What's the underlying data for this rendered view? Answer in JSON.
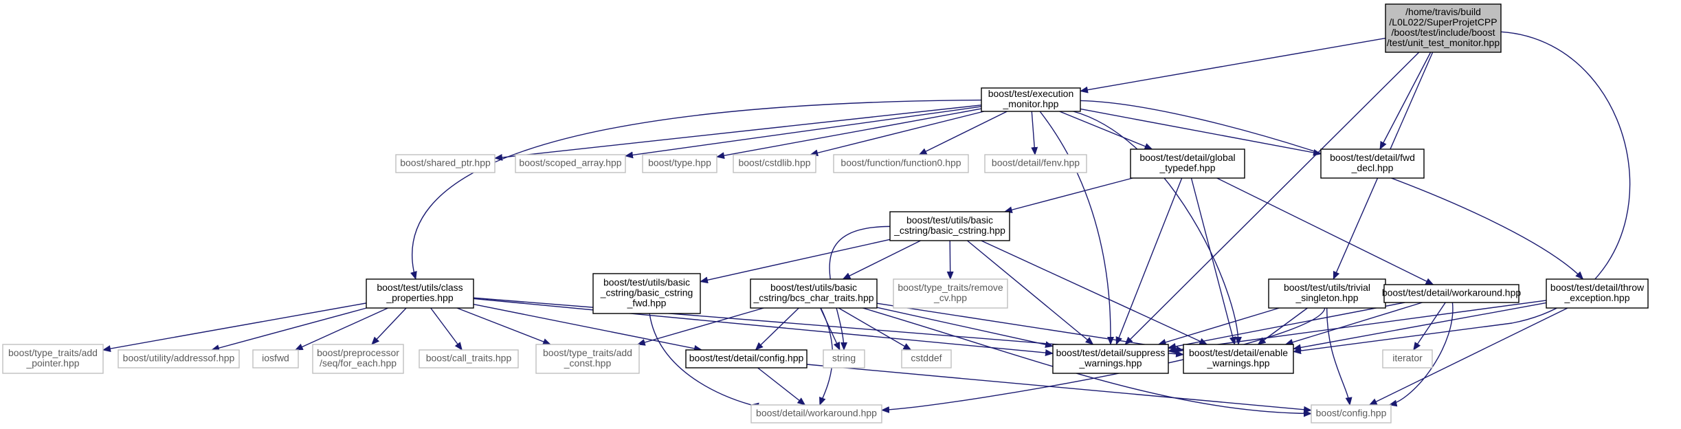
{
  "colors": {
    "edge": "#191970",
    "root_fill": "#bfbfbf",
    "root_border": "#000000",
    "node_border": "#000000",
    "external_border": "#bfbfbf",
    "text": "#000000",
    "external_text": "#5a5a5a"
  },
  "nodes": {
    "root": {
      "lines": [
        "/home/travis/build",
        "/L0L022/SuperProjetCPP",
        "/boost/test/include/boost",
        "/test/unit_test_monitor.hpp"
      ]
    },
    "execution_monitor": {
      "lines": [
        "boost/test/execution",
        "_monitor.hpp"
      ]
    },
    "shared_ptr": {
      "lines": [
        "boost/shared_ptr.hpp"
      ]
    },
    "scoped_array": {
      "lines": [
        "boost/scoped_array.hpp"
      ]
    },
    "type": {
      "lines": [
        "boost/type.hpp"
      ]
    },
    "cstdlib": {
      "lines": [
        "boost/cstdlib.hpp"
      ]
    },
    "function0": {
      "lines": [
        "boost/function/function0.hpp"
      ]
    },
    "fenv": {
      "lines": [
        "boost/detail/fenv.hpp"
      ]
    },
    "global_typedef": {
      "lines": [
        "boost/test/detail/global",
        "_typedef.hpp"
      ]
    },
    "fwd_decl": {
      "lines": [
        "boost/test/detail/fwd",
        "_decl.hpp"
      ]
    },
    "basic_cstring": {
      "lines": [
        "boost/test/utils/basic",
        "_cstring/basic_cstring.hpp"
      ]
    },
    "class_properties": {
      "lines": [
        "boost/test/utils/class",
        "_properties.hpp"
      ]
    },
    "basic_cstring_fwd": {
      "lines": [
        "boost/test/utils/basic",
        "_cstring/basic_cstring",
        "_fwd.hpp"
      ]
    },
    "bcs_char_traits": {
      "lines": [
        "boost/test/utils/basic",
        "_cstring/bcs_char_traits.hpp"
      ]
    },
    "remove_cv": {
      "lines": [
        "boost/type_traits/remove",
        "_cv.hpp"
      ]
    },
    "trivial_singleton": {
      "lines": [
        "boost/test/utils/trivial",
        "_singleton.hpp"
      ]
    },
    "test_workaround": {
      "lines": [
        "boost/test/detail/workaround.hpp"
      ]
    },
    "throw_exception": {
      "lines": [
        "boost/test/detail/throw",
        "_exception.hpp"
      ]
    },
    "add_pointer": {
      "lines": [
        "boost/type_traits/add",
        "_pointer.hpp"
      ]
    },
    "addressof": {
      "lines": [
        "boost/utility/addressof.hpp"
      ]
    },
    "iosfwd": {
      "lines": [
        "iosfwd"
      ]
    },
    "for_each": {
      "lines": [
        "boost/preprocessor",
        "/seq/for_each.hpp"
      ]
    },
    "call_traits": {
      "lines": [
        "boost/call_traits.hpp"
      ]
    },
    "add_const": {
      "lines": [
        "boost/type_traits/add",
        "_const.hpp"
      ]
    },
    "test_config": {
      "lines": [
        "boost/test/detail/config.hpp"
      ]
    },
    "string": {
      "lines": [
        "string"
      ]
    },
    "cstddef": {
      "lines": [
        "cstddef"
      ]
    },
    "suppress_warnings": {
      "lines": [
        "boost/test/detail/suppress",
        "_warnings.hpp"
      ]
    },
    "enable_warnings": {
      "lines": [
        "boost/test/detail/enable",
        "_warnings.hpp"
      ]
    },
    "iterator": {
      "lines": [
        "iterator"
      ]
    },
    "boost_detail_workaround": {
      "lines": [
        "boost/detail/workaround.hpp"
      ]
    },
    "boost_config": {
      "lines": [
        "boost/config.hpp"
      ]
    }
  }
}
